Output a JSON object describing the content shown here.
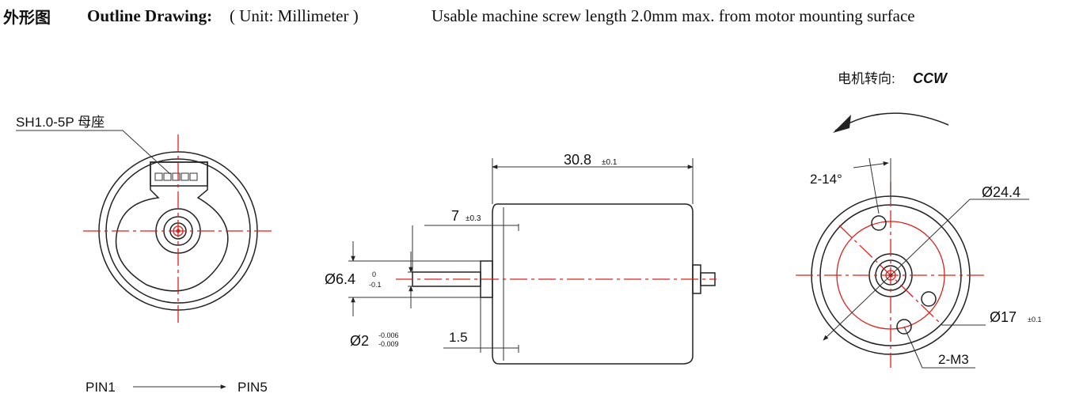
{
  "header": {
    "cn_title": "外形图",
    "title": "Outline Drawing:",
    "unit": "( Unit: Millimeter )",
    "note": "Usable machine screw length 2.0mm max. from motor mounting surface"
  },
  "left_view": {
    "connector_label": "SH1.0-5P 母座",
    "pin_start": "PIN1",
    "pin_end": "PIN5"
  },
  "side_view": {
    "length": "30.8",
    "length_tol": "±0.1",
    "shaft_len": "7",
    "shaft_len_tol": "±0.3",
    "boss_dia": "Ø6.4",
    "boss_tol_upper": "0",
    "boss_tol_lower": "-0.1",
    "shaft_dia": "Ø2",
    "shaft_tol_upper": "-0.006",
    "shaft_tol_lower": "-0.009",
    "boss_len": "1.5"
  },
  "front_view": {
    "rotation_label": "电机转向:",
    "rotation_value": "CCW",
    "angle": "2-14°",
    "outer_dia": "Ø24.4",
    "pcd": "Ø17",
    "pcd_tol": "±0.1",
    "screw": "2-M3"
  },
  "colors": {
    "centerline": "#e0201a",
    "line": "#222222"
  }
}
